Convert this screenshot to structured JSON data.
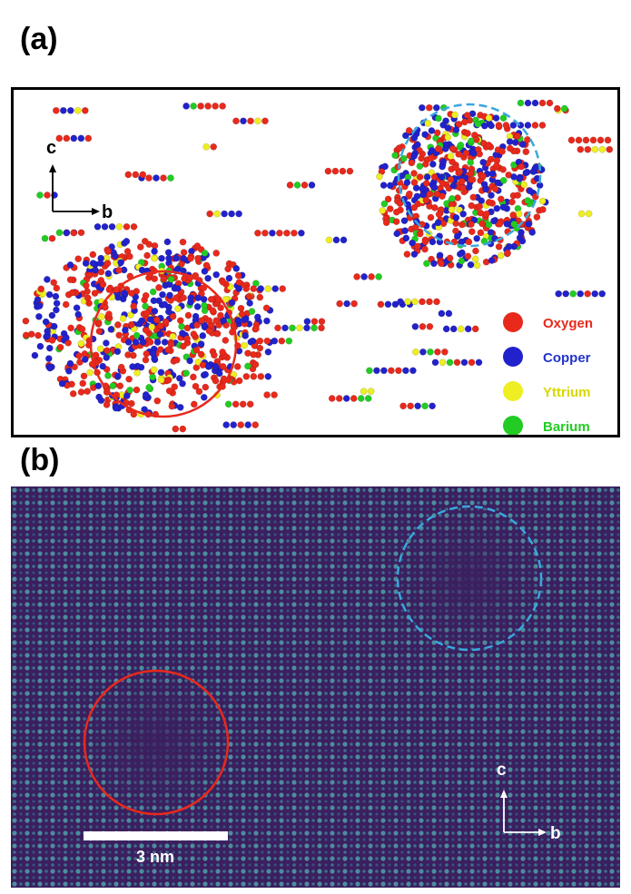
{
  "panels": {
    "a": {
      "label": "(a)",
      "axes": {
        "vertical": "c",
        "horizontal": "b"
      },
      "legend": [
        {
          "label": "Oxygen",
          "color": "#e8291c",
          "text_color": "#e8291c"
        },
        {
          "label": "Copper",
          "color": "#2222cc",
          "text_color": "#2233cc"
        },
        {
          "label": "Yttrium",
          "color": "#eeee22",
          "text_color": "#d8d800"
        },
        {
          "label": "Barium",
          "color": "#22cc22",
          "text_color": "#22cc22"
        }
      ],
      "circle_colors": {
        "solid": "#e8291c",
        "dashed": "#3aa7dc"
      }
    },
    "b": {
      "label": "(b)",
      "axes": {
        "vertical": "c",
        "horizontal": "b"
      },
      "scale_bar": "3 nm",
      "background_color": "#3b1f5e",
      "lattice_color": "#4fa0a8"
    }
  }
}
